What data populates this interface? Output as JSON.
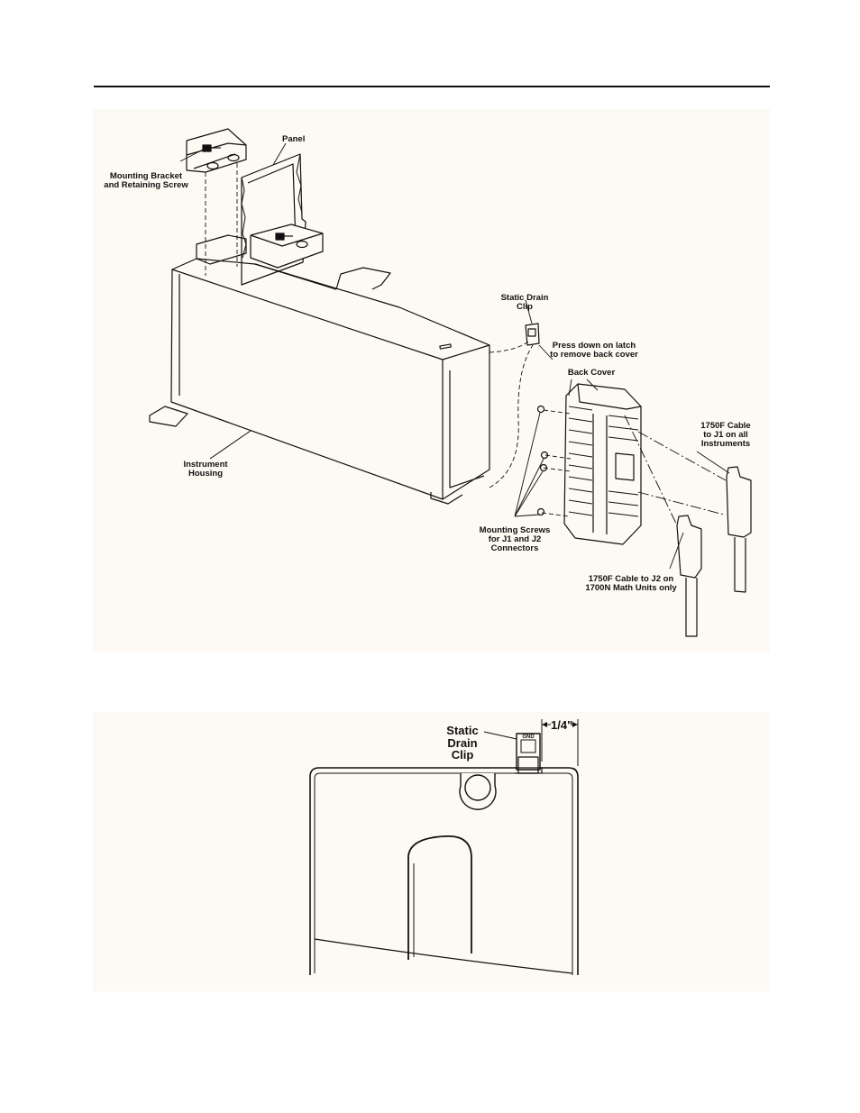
{
  "figure1": {
    "labels": {
      "panel": "Panel",
      "mounting_bracket": "Mounting Bracket\nand Retaining Screw",
      "static_drain_clip": "Static Drain\nClip",
      "press_down": "Press down on latch\nto remove back cover",
      "back_cover": "Back Cover",
      "cable_j1": "1750F Cable\nto J1 on all\nInstruments",
      "instrument_housing": "Instrument\nHousing",
      "mounting_screws": "Mounting Screws\nfor J1 and J2\nConnectors",
      "cable_j2": "1750F Cable to J2 on\n1700N Math Units only"
    }
  },
  "figure2": {
    "labels": {
      "static_drain_clip": "Static\nDrain\nClip",
      "gnd": "GND",
      "dimension": "1/4\""
    }
  }
}
